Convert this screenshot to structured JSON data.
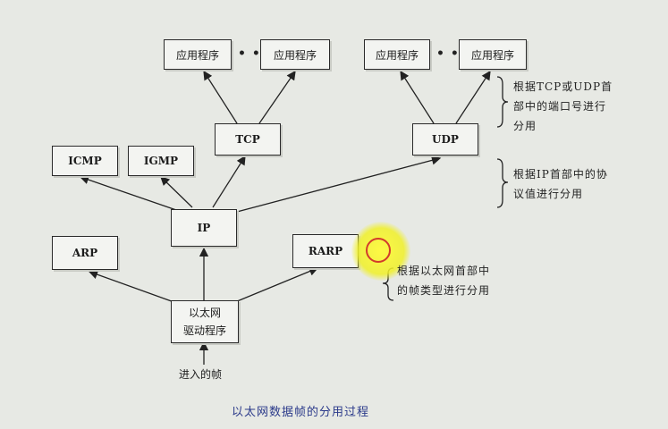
{
  "boxes": {
    "app1": "应用程序",
    "app2": "应用程序",
    "app3": "应用程序",
    "app4": "应用程序",
    "tcp": "TCP",
    "udp": "UDP",
    "icmp": "ICMP",
    "igmp": "IGMP",
    "ip": "IP",
    "arp": "ARP",
    "rarp": "RARP",
    "driver_line1": "以太网",
    "driver_line2": "驱动程序"
  },
  "ellipsis": "• • •",
  "notes": {
    "port_line1": "根据TCP或UDP首",
    "port_line2": "部中的端口号进行",
    "port_line3": "分用",
    "proto_line1": "根据IP首部中的协",
    "proto_line2": "议值进行分用",
    "frame_line1": "根据以太网首部中",
    "frame_line2": "的帧类型进行分用"
  },
  "input_label": "进入的帧",
  "caption": "以太网数据帧的分用过程",
  "colors": {
    "caption": "#2b3a8a",
    "highlight": "#f5f23a",
    "ring": "#d23b2b"
  }
}
